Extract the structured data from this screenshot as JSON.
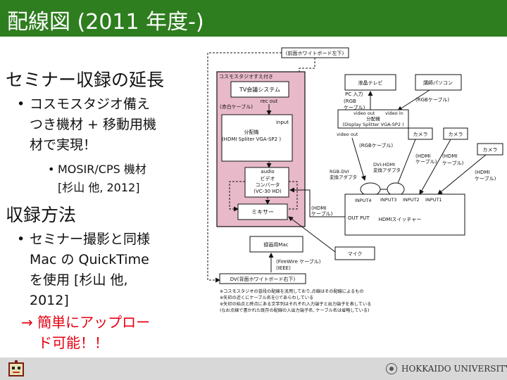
{
  "title": "配線図 (2011 年度-)",
  "bullets": {
    "b1": "セミナー収録の延長",
    "b1_sub1_lines": [
      "コスモスタジオ備え",
      "つき機材 + 移動用機",
      "材で実現！"
    ],
    "b1_sub1_sub1_lines": [
      "MOSIR/CPS 機材",
      "[杉山 他, 2012]"
    ],
    "b2": "収録方法",
    "b2_sub1_lines": [
      "セミナー撮影と同様",
      "Mac の QuickTime",
      "を使用 [杉山 他,",
      "2012]"
    ],
    "arrow_lines": [
      "→ 簡単にアップロー",
      "ド可能！！"
    ]
  },
  "diagram": {
    "top_label": "(前面ホワイトボード左下)",
    "studio_label": "コスモスタジオすえ付き",
    "tv_system": "TV会議システム",
    "rec_out": "rec out",
    "red_white_cable": "(赤白ケーブル)",
    "input": "input",
    "splitter_name": "分配機",
    "splitter_model": "(HDMI Spliter VGA-SP2 )",
    "audio": "audio",
    "video": "ビデオ",
    "converter": "コンバータ",
    "converter_model": "(VC-30 HD)",
    "mixer": "ミキサー",
    "recording_mac": "録画用Mac",
    "firewire_cable": "(FireWire ケーブル)",
    "ieee": "(IEEE)",
    "dv": "DV(背面ホワイトボード右下)",
    "lcd_tv": "液晶テレビ",
    "pc_input": "PC 入力",
    "rgb_cable_1": "(RGB",
    "rgb_cable_2": "ケーブル)",
    "lecture_pc": "講師パソコン",
    "rgb_cable_3": "(RGBケーブル)",
    "video_out_top": "video out",
    "video_in": "video in",
    "splitter2_name": "分配機",
    "splitter2_model": "(Display Splitter VGA-SP2 )",
    "video_out_left": "video out",
    "rgb_cable_4": "(RGBケーブル)",
    "camera": "カメラ",
    "hdmi_cable_1": "(HDMI",
    "hdmi_cable_2": "ケーブル)",
    "rgb_dvi": "RGB-DVI",
    "conv_adapter": "変換アダプタ",
    "dvi_hdmi": "DVI-HDMI",
    "input4": "INPUT4",
    "input3": "INPUT3",
    "input2": "INPUT2",
    "input1": "INPUT1",
    "output": "OUT PUT",
    "hdmi_switcher": "HDMIスイッチャー",
    "hdmi_cable_left_1": "(HDMI",
    "hdmi_cable_left_2": "ケーブル)",
    "mic": "マイク",
    "notes": [
      "※コスモスタジオの普段の配線を流用しており,点線はその配線によるもの",
      "※矢印の近くにケーブル名を()であらわしている",
      "※矢印の始点と終点にある文字列はそれぞれ入力端子と出力端子を表している",
      "(なお点線で書かれた既存の配線の入出力端子名, ケーブル名は省略している)"
    ]
  },
  "footer": {
    "university": "HOKKAIDO UNIVERSITY"
  },
  "colors": {
    "title_bg": "#2e7d1f",
    "title_text": "#ffffff",
    "highlight": "#e60012",
    "studio_bg": "#e8b9c9",
    "footer_bg": "#d8d8d8"
  }
}
